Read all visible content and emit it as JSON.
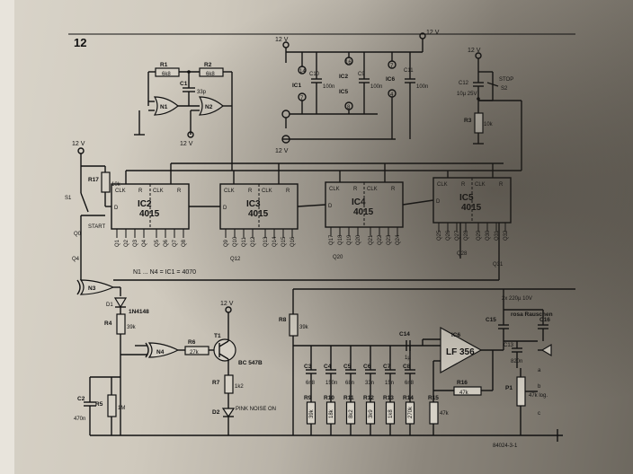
{
  "figure_number": "12",
  "supply": "12 V",
  "ics": {
    "ic2": {
      "ref": "IC2",
      "type": "4015",
      "outputs": [
        "Q1",
        "Q2",
        "Q3",
        "Q4",
        "Q5",
        "Q6",
        "Q7",
        "Q8"
      ]
    },
    "ic3": {
      "ref": "IC3",
      "type": "4015",
      "outputs": [
        "Q9",
        "Q10",
        "Q11",
        "Q12",
        "Q13",
        "Q14",
        "Q15",
        "Q16"
      ]
    },
    "ic4": {
      "ref": "IC4",
      "type": "4015",
      "outputs": [
        "Q17",
        "Q18",
        "Q19",
        "Q20",
        "Q21",
        "Q22",
        "Q23",
        "Q24"
      ]
    },
    "ic5": {
      "ref": "IC5",
      "type": "4015",
      "outputs": [
        "Q25",
        "Q26",
        "Q27",
        "Q28",
        "Q29",
        "Q30",
        "Q31",
        "Q32"
      ]
    },
    "ic6": {
      "ref": "IC6",
      "type": "LF 356"
    }
  },
  "pin_labels": {
    "clk": "CLK",
    "r": "R",
    "d": "D"
  },
  "gates": {
    "n1": "N1",
    "n2": "N2",
    "n3": "N3",
    "n4": "N4",
    "note": "N1 ... N4 = IC1 = 4070"
  },
  "supply_block": {
    "ic1": "IC1",
    "ic2": "IC2",
    "ic5": "IC5",
    "ic6": "IC6",
    "c10": "C10",
    "c9": "C9",
    "c11": "C11",
    "cap": "100n",
    "pins": [
      "14",
      "7",
      "16",
      "8",
      "7",
      "4"
    ]
  },
  "components": {
    "r1": {
      "ref": "R1",
      "value": "6k8"
    },
    "r2": {
      "ref": "R2",
      "value": "6k8"
    },
    "c1": {
      "ref": "C1",
      "value": "33p"
    },
    "r17": {
      "ref": "R17",
      "value": "10k"
    },
    "r3": {
      "ref": "R3",
      "value": "10k"
    },
    "c12": {
      "ref": "C12",
      "value": "10µ 25V"
    },
    "r4": {
      "ref": "R4",
      "value": "39k"
    },
    "d1": {
      "ref": "D1",
      "value": "1N4148"
    },
    "r5": {
      "ref": "R5",
      "value": "1M"
    },
    "c2": {
      "ref": "C2",
      "value": "470n"
    },
    "r6": {
      "ref": "R6",
      "value": "27k"
    },
    "r7": {
      "ref": "R7",
      "value": "1k2"
    },
    "t1": {
      "ref": "T1",
      "value": "BC 547B"
    },
    "d2": {
      "ref": "D2",
      "value": "PINK NOISE ON"
    },
    "r8": {
      "ref": "R8",
      "value": "39k"
    },
    "c3": {
      "ref": "C3",
      "value": "6n8"
    },
    "c4": {
      "ref": "C4",
      "value": "150n"
    },
    "c5": {
      "ref": "C5",
      "value": "68n"
    },
    "c6": {
      "ref": "C6",
      "value": "33n"
    },
    "c7": {
      "ref": "C7",
      "value": "15n"
    },
    "c8": {
      "ref": "C8",
      "value": "6n8"
    },
    "r9": {
      "ref": "R9",
      "value": "39k"
    },
    "r10": {
      "ref": "R10",
      "value": "18k"
    },
    "r11": {
      "ref": "R11",
      "value": "8k2"
    },
    "r12": {
      "ref": "R12",
      "value": "3k9"
    },
    "r13": {
      "ref": "R13",
      "value": "1k8"
    },
    "r14": {
      "ref": "R14",
      "value": "270k"
    },
    "r15": {
      "ref": "R15",
      "value": "47k"
    },
    "r16": {
      "ref": "R16",
      "value": "47k"
    },
    "c14": {
      "ref": "C14",
      "value": "1µ"
    },
    "c15": {
      "ref": "C15",
      "value": "2x 220µ 10V"
    },
    "c16": {
      "ref": "C16",
      "value": ""
    },
    "c13": {
      "ref": "C13",
      "value": "820n"
    },
    "p1": {
      "ref": "P1",
      "value": "47k log."
    }
  },
  "switches": {
    "s1": "S1",
    "start": "START",
    "s2": "S2",
    "stop": "STOP"
  },
  "output_label": "rosa Rauschen",
  "node_labels": {
    "q0": "Q0",
    "q4": "Q4",
    "q12": "Q12",
    "q20": "Q20",
    "q28": "Q28",
    "q31": "Q31"
  },
  "misc_pins": {
    "a": "a",
    "b": "b",
    "c": "c"
  },
  "drawing_code": "84024-3-1"
}
